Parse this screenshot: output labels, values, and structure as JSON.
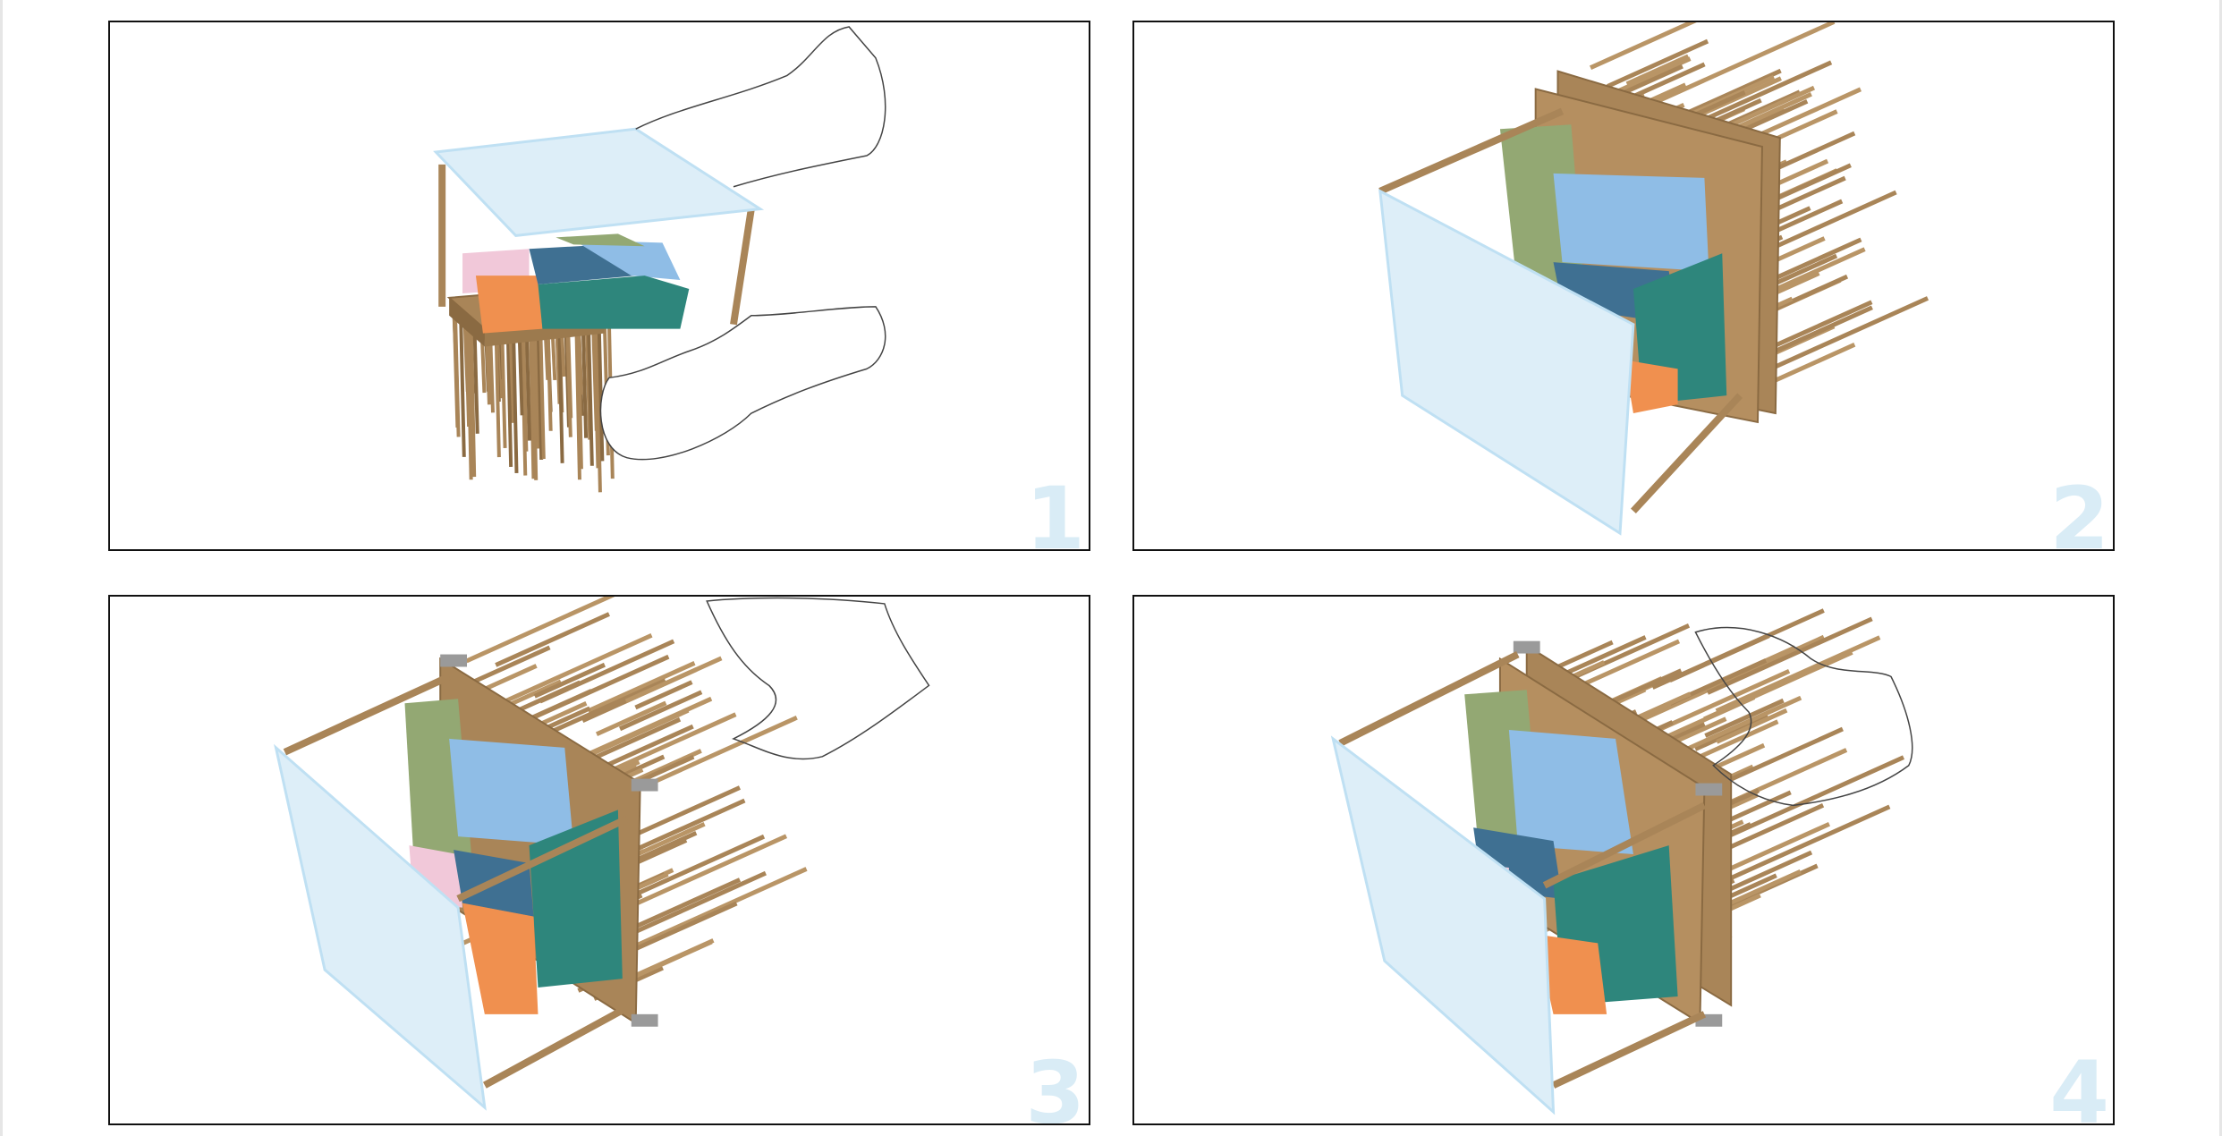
{
  "panels": [
    {
      "label": "1"
    },
    {
      "label": "2"
    },
    {
      "label": "3"
    },
    {
      "label": "4"
    }
  ],
  "colors": {
    "wood": "#a98558",
    "wood_dark": "#8a6a42",
    "pin_light": "#b99566",
    "glass": "#ddeef8",
    "glass_edge": "#bfe0f3",
    "green": "#93a873",
    "light_blue": "#8fbde6",
    "dark_blue": "#3f7092",
    "teal": "#2e867c",
    "orange": "#f0904f",
    "pink": "#f1c8d9",
    "bolt": "#9a9a9a",
    "number": "#d9ecf6"
  }
}
